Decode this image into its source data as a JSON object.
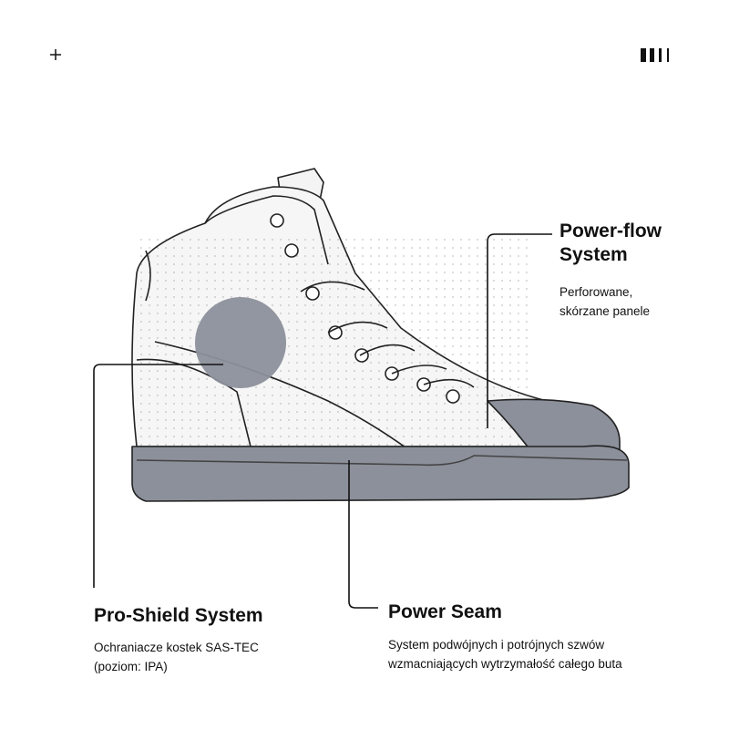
{
  "header": {
    "plus_icon": "plus-icon",
    "bars_icon": "bars-icon"
  },
  "callouts": {
    "power_flow": {
      "title_line1": "Power-flow",
      "title_line2": "System",
      "desc_line1": "Perforowane,",
      "desc_line2": "skórzane panele"
    },
    "pro_shield": {
      "title": "Pro-Shield System",
      "desc_line1": "Ochraniacze kostek SAS-TEC",
      "desc_line2": "(poziom: IPA)"
    },
    "power_seam": {
      "title": "Power Seam",
      "desc_line1": "System podwójnych i potrójnych szwów",
      "desc_line2": "wzmacniających wytrzymałość całego buta"
    }
  },
  "colors": {
    "sole": "#8c909b",
    "upper": "#f4f4f4",
    "line": "#111111"
  }
}
